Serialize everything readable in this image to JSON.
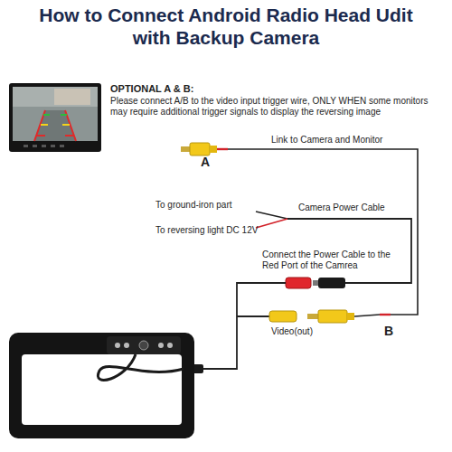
{
  "diagram": {
    "title": "How to Connect Android Radio Head Udit with Backup Camera",
    "labels": [
      "OPTIONAL A & B:",
      "Please connect A/B to the video input trigger wire, ONLY WHEN some monitors may require additional trigger signals to display the reversing image",
      "A",
      "Link to Camera and Monitor",
      "To ground-iron part",
      "Camera Power Cable",
      "To reversing light DC 12V",
      "Connect the Power Cable to the Red Port of the Camrea",
      "Video(out)",
      "B"
    ]
  }
}
